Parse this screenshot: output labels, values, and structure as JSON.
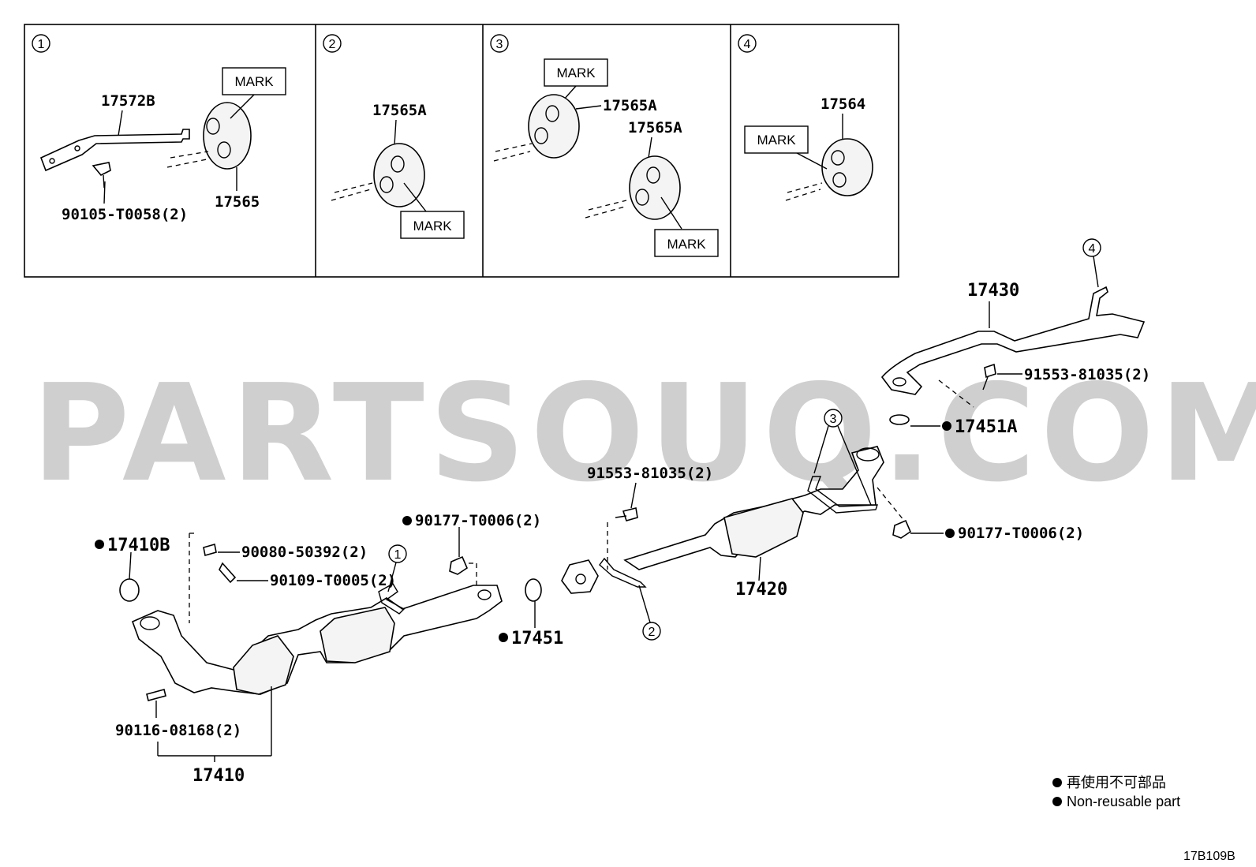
{
  "watermark": "PARTSOUQ.COM",
  "insets": [
    {
      "num": "1",
      "parts": [
        "17572B",
        "17565",
        "90105-T0058(2)"
      ],
      "marks": [
        "MARK"
      ]
    },
    {
      "num": "2",
      "parts": [
        "17565A"
      ],
      "marks": [
        "MARK"
      ]
    },
    {
      "num": "3",
      "parts": [
        "17565A",
        "17565A"
      ],
      "marks": [
        "MARK",
        "MARK"
      ]
    },
    {
      "num": "4",
      "parts": [
        "17564"
      ],
      "marks": [
        "MARK"
      ]
    }
  ],
  "callouts": {
    "c1": "1",
    "c2": "2",
    "c3": "3",
    "c4": "4"
  },
  "labels": {
    "p17430": "17430",
    "p91553a": "91553-81035(2)",
    "p17451A": "17451A",
    "p91553b": "91553-81035(2)",
    "p90177a": "90177-T0006(2)",
    "p90177b": "90177-T0006(2)",
    "p17410B": "17410B",
    "p90080": "90080-50392(2)",
    "p90109": "90109-T0005(2)",
    "p17451": "17451",
    "p17420": "17420",
    "p90116": "90116-08168(2)",
    "p17410": "17410"
  },
  "legend": {
    "jp": "再使用不可部品",
    "en": "Non-reusable part"
  },
  "diagram_code": "17B109B"
}
